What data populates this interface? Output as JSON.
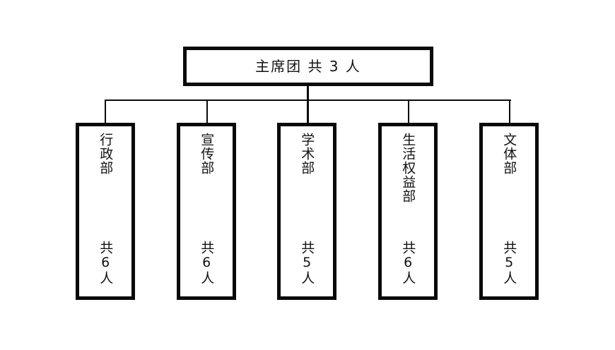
{
  "diagram": {
    "title_text": "主席团  共 3 人",
    "root": {
      "label": "主席团  共 3 人",
      "name": "主席团",
      "count": "共 3 人"
    },
    "departments": [
      {
        "name": "行政部",
        "count": "共6人"
      },
      {
        "name": "宣传部",
        "count": "共6人"
      },
      {
        "name": "学术部",
        "count": "共5人"
      },
      {
        "name": "生活权益部",
        "count": "共6人"
      },
      {
        "name": "文体部",
        "count": "共5人"
      }
    ],
    "colors": {
      "line": "#0a0a0a",
      "text": "#121212",
      "background": "#ffffff"
    }
  }
}
